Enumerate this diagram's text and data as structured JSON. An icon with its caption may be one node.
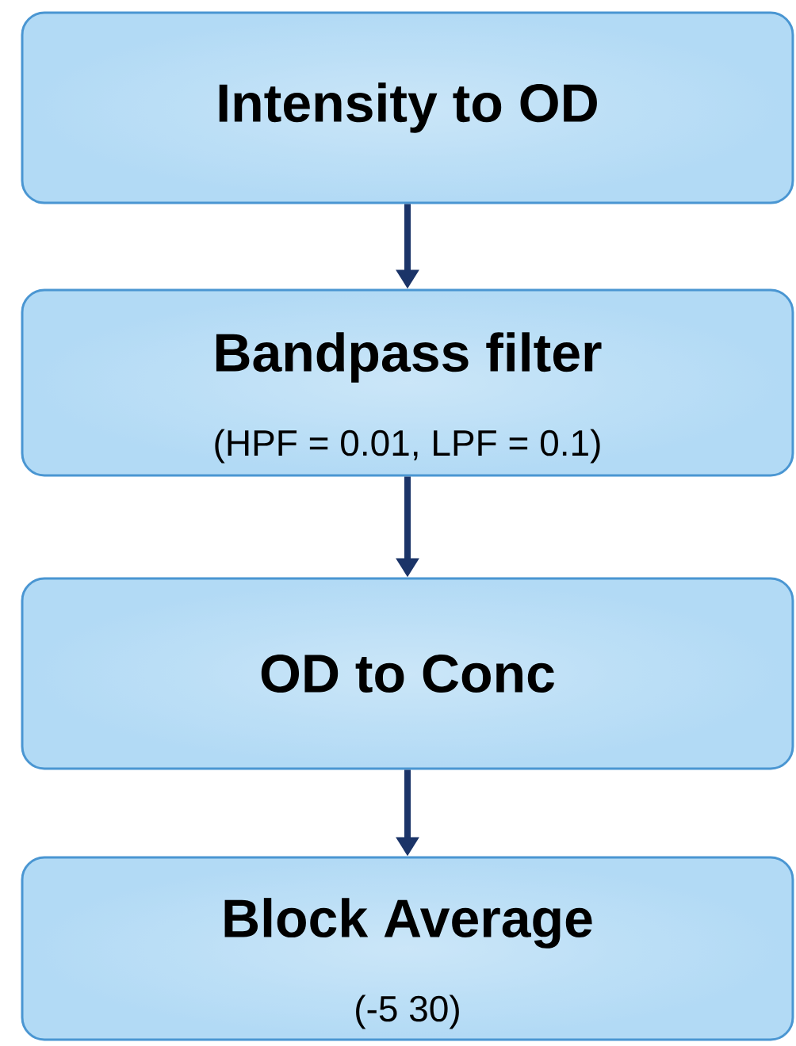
{
  "diagram": {
    "nodes": [
      {
        "text": [
          "Intensity to OD"
        ]
      },
      {
        "text": [
          "Bandpass filter",
          "(HPF = 0.01, LPF = 0.1)"
        ]
      },
      {
        "text": [
          "OD to Conc"
        ]
      },
      {
        "text": [
          "Block Average",
          "(-5 30)"
        ]
      }
    ],
    "edges": [
      {
        "from": 0,
        "to": 1,
        "arrow": "to"
      },
      {
        "from": 1,
        "to": 2,
        "arrow": "to"
      },
      {
        "from": 2,
        "to": 3,
        "arrow": "to"
      }
    ]
  }
}
